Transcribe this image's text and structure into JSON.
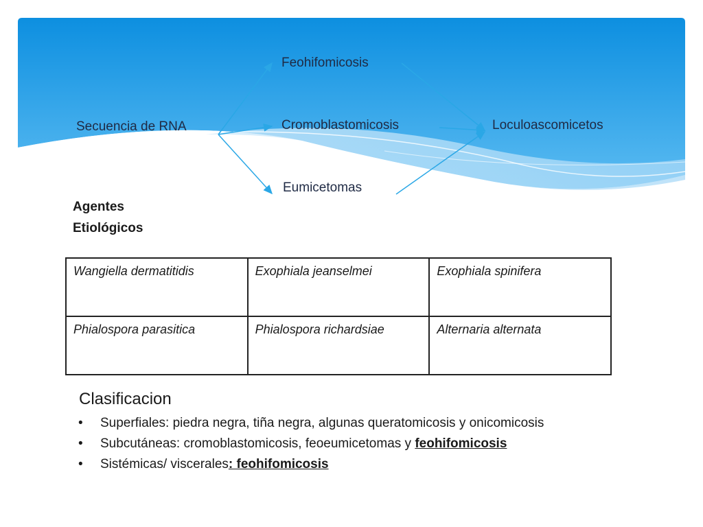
{
  "diagram": {
    "source": "Secuencia de RNA",
    "targets": [
      "Feohifomicosis",
      "Cromoblastomicosis",
      "Eumicetomas"
    ],
    "result": "Loculoascomicetos"
  },
  "agents": {
    "heading_line1": "Agentes",
    "heading_line2": "Etiológicos",
    "rows": [
      [
        "Wangiella dermatitidis",
        "Exophiala jeanselmei",
        "Exophiala spinifera"
      ],
      [
        "Phialospora parasitica",
        "Phialospora richardsiae",
        "Alternaria alternata"
      ]
    ]
  },
  "clasificacion": {
    "title": "Clasificacion",
    "bullet_symbol": "•",
    "items": [
      {
        "text": "Superfiales: piedra negra, tiña negra, algunas queratomicosis y onicomicosis",
        "emph": ""
      },
      {
        "text": "Subcutáneas:  cromoblastomicosis, feoeumicetomas y ",
        "emph": "feohifomicosis"
      },
      {
        "text": "Sistémicas/ viscerales",
        "emph": ": feohifomicosis"
      }
    ]
  },
  "colors": {
    "banner_top": "#0d8fe0",
    "banner_bottom": "#4bb3f0",
    "arrow": "#2aa7e6",
    "label": "#1f2a44"
  }
}
